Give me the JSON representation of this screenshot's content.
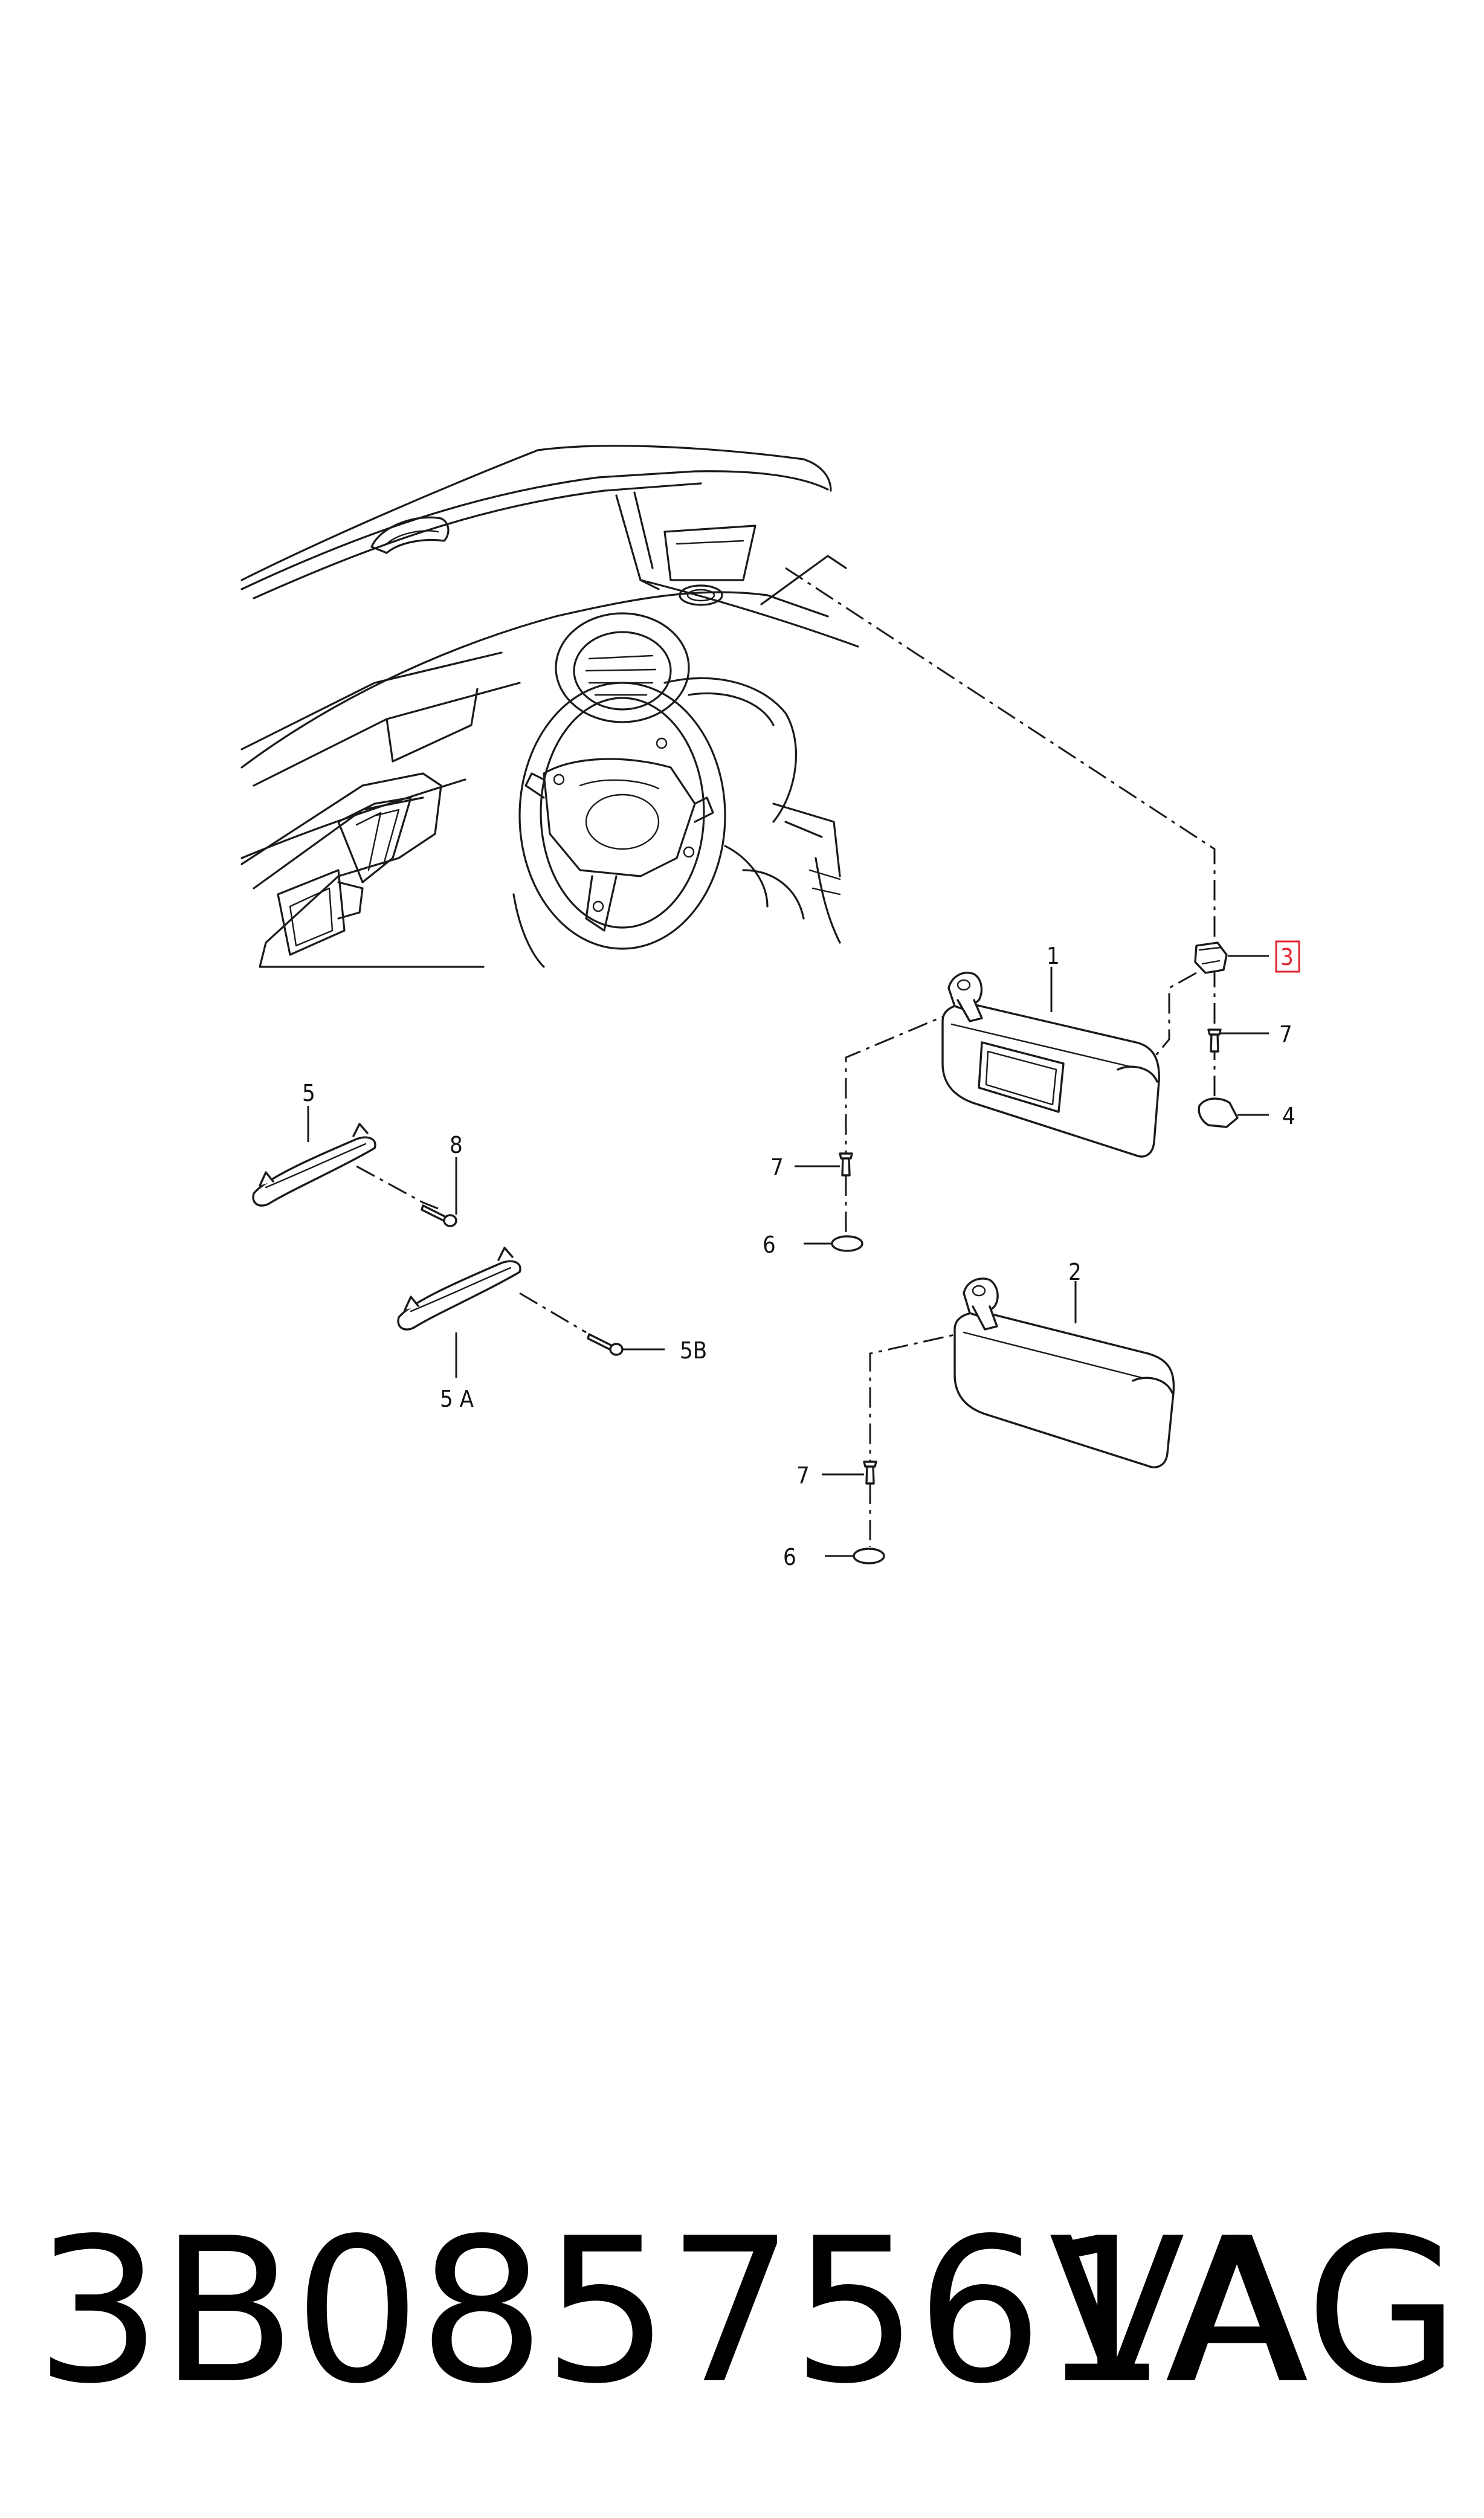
{
  "callouts": {
    "c1": "1",
    "c2": "2",
    "c3": "3",
    "c4": "4",
    "c5": "5",
    "c5a": "5 A",
    "c5b": "5B",
    "c6a": "6",
    "c6b": "6",
    "c7a": "7",
    "c7b": "7",
    "c7c": "7",
    "c8": "8"
  },
  "highlight": {
    "callout": "3",
    "color": "#e0242f"
  },
  "footer": {
    "part_number": "3B0857561A",
    "brand": "VAG"
  }
}
